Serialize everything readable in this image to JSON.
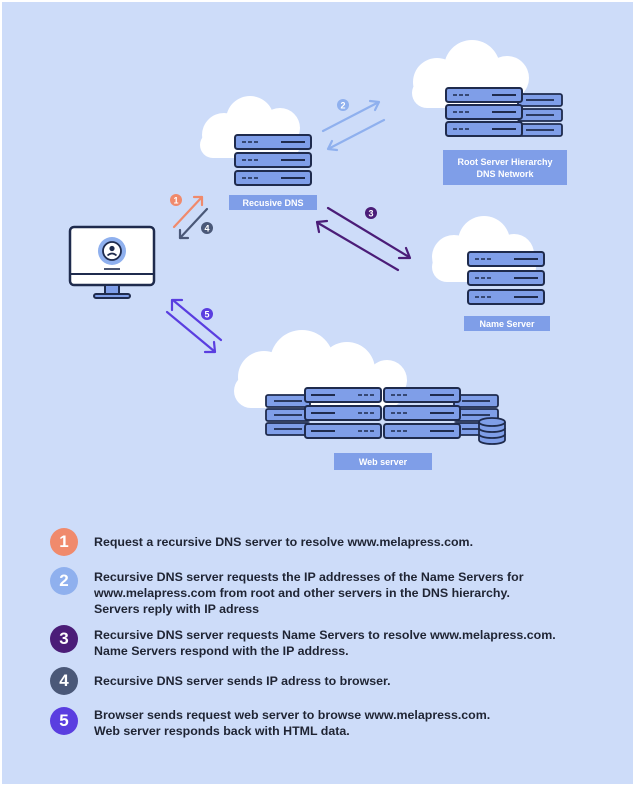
{
  "labels": {
    "recursive_dns": "Recusive DNS",
    "root_server": "Root Server Hierarchy\nDNS Network",
    "name_server": "Name Server",
    "web_server": "Web server"
  },
  "steps": [
    {
      "number": "1",
      "text": "Request a recursive DNS server to resolve www.melapress.com.",
      "color": "#f08a6c"
    },
    {
      "number": "2",
      "text": "Recursive DNS server requests the IP addresses of the Name Servers for\nwww.melapress.com from root and other servers in the DNS hierarchy.\nServers reply with IP adress",
      "color": "#8fb0ee"
    },
    {
      "number": "3",
      "text": "Recursive DNS server requests Name Servers to resolve www.melapress.com.\nName Servers respond with the IP address.",
      "color": "#4b1d78"
    },
    {
      "number": "4",
      "text": "Recursive DNS server sends IP adress to browser.",
      "color": "#4a5878"
    },
    {
      "number": "5",
      "text": "Browser sends request web server to browse www.melapress.com.\nWeb server responds back with HTML data.",
      "color": "#5a3ee0"
    }
  ],
  "colors": {
    "background": "#cddcf9",
    "server": "#7f9ee8",
    "server_outline": "#1f2b4d",
    "cloud": "#ffffff",
    "label_bg": "#7f9ee8"
  }
}
